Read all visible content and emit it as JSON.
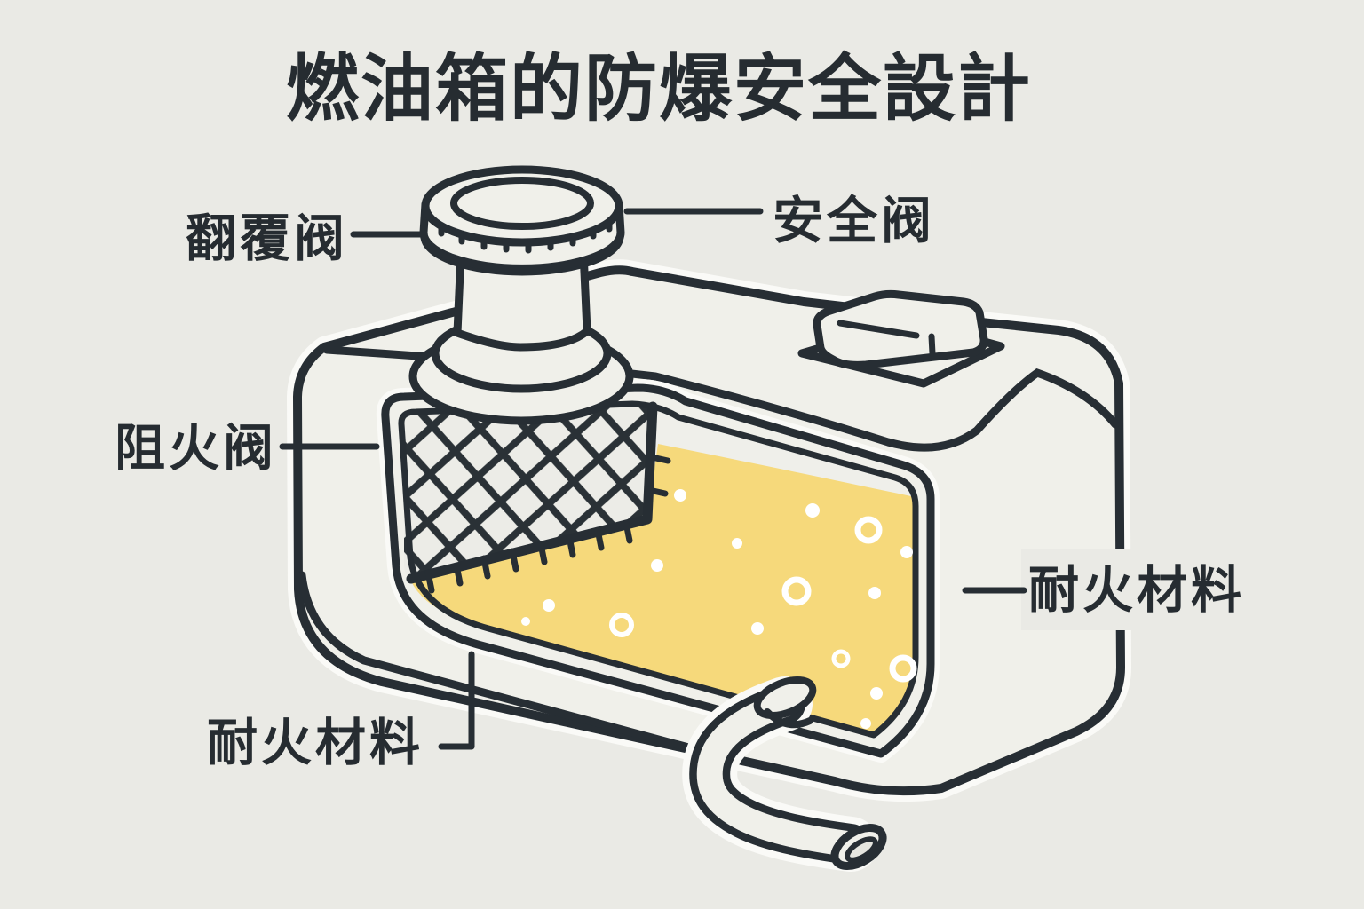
{
  "title": {
    "text": "燃油箱的防爆安全設計"
  },
  "labels": {
    "rollover_valve": "翻覆阀",
    "safety_valve": "安全阀",
    "flame_arrestor": "阻火阀",
    "fireproof_material_bottom": "耐火材料",
    "fireproof_material_right": "耐火材料"
  },
  "colors": {
    "background": "#EAEAE5",
    "outline": "#272E34",
    "tank_fill": "#F0F0EA",
    "halo": "#FAFAF7",
    "fuel_yellow": "#F6D97B",
    "bubble_white": "#FFFFFF",
    "text": "#262C31"
  }
}
